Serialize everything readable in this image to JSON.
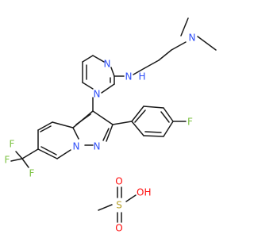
{
  "molecule": {
    "atoms": {
      "n_dimethyl": "N",
      "n_amine": "N",
      "h_amine": "H",
      "n_pyrimidine_a": "N",
      "n_pyrimidine_b": "N",
      "n_pyrazolo_a": "N",
      "n_pyrazolo_b": "N",
      "f_phenyl": "F",
      "f_cf3_a": "F",
      "f_cf3_b": "F",
      "f_cf3_c": "F",
      "s_sulfonate": "S",
      "o_top": "O",
      "o_bottom": "O",
      "o_hydroxyl": "OH"
    },
    "colors": {
      "nitrogen": "#3050F8",
      "fluorine": "#7CC242",
      "sulfur": "#B8A12A",
      "oxygen": "#FF0D0D",
      "bond": "#1a1a1a"
    }
  }
}
